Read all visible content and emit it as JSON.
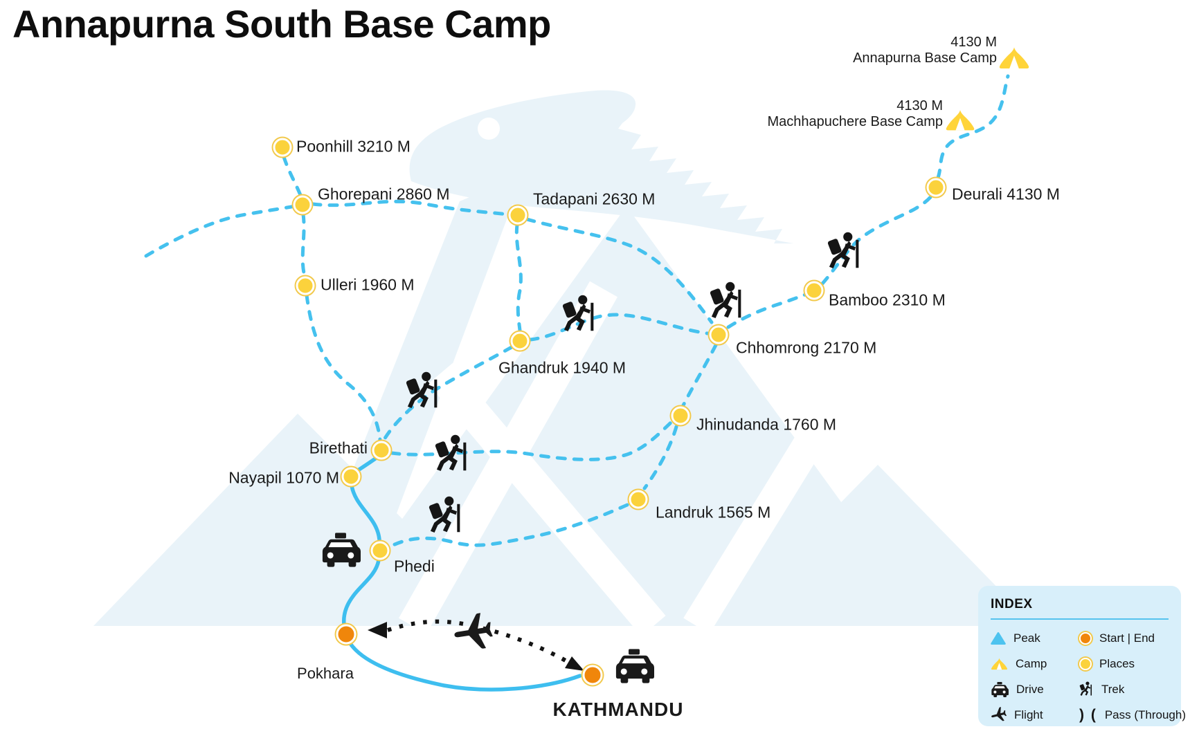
{
  "title": "Annapurna South Base Camp",
  "map": {
    "places": {
      "poonhill": {
        "label": "Poonhill 3210 M"
      },
      "ghorepani": {
        "label": "Ghorepani 2860 M"
      },
      "ulleri": {
        "label": "Ulleri 1960 M"
      },
      "tadapani": {
        "label": "Tadapani 2630 M"
      },
      "ghandruk": {
        "label": "Ghandruk 1940 M"
      },
      "chhomrong": {
        "label": "Chhomrong 2170 M"
      },
      "bamboo": {
        "label": "Bamboo 2310 M"
      },
      "deurali": {
        "label": "Deurali 4130 M"
      },
      "jhinudanda": {
        "label": "Jhinudanda 1760 M"
      },
      "birethati": {
        "label": "Birethati"
      },
      "nayapil": {
        "label": "Nayapil 1070 M"
      },
      "landruk": {
        "label": "Landruk 1565 M"
      },
      "phedi": {
        "label": "Phedi"
      },
      "pokhara": {
        "label": "Pokhara"
      },
      "kathmandu": {
        "label": "KATHMANDU"
      }
    },
    "camps": {
      "abc": {
        "elevation": "4130 M",
        "label": "Annapurna Base Camp"
      },
      "mbc": {
        "elevation": "4130 M",
        "label": "Machhapuchere Base Camp"
      }
    }
  },
  "legend": {
    "title": "INDEX",
    "pass_glyph": ") (",
    "items": [
      {
        "icon": "peak-icon",
        "label": "Peak"
      },
      {
        "icon": "start-end-icon",
        "label": "Start | End"
      },
      {
        "icon": "camp-icon",
        "label": "Camp"
      },
      {
        "icon": "places-icon",
        "label": "Places"
      },
      {
        "icon": "drive-icon",
        "label": "Drive"
      },
      {
        "icon": "trek-icon",
        "label": "Trek"
      },
      {
        "icon": "flight-icon",
        "label": "Flight"
      },
      {
        "icon": "pass-icon",
        "label": "Pass (Through)"
      }
    ]
  },
  "colors": {
    "trek_route": "#45C1EE",
    "drive_route": "#3EBEEF",
    "flight_route": "#141414",
    "place_fill": "#FBD23C",
    "start_end_fill": "#F0860B",
    "camp_fill": "#FFD43A",
    "peak_fill": "#4DC3EF",
    "legend_bg": "#D8EFFA",
    "watermark": "#E9F3F9",
    "text": "#1A1A1A"
  }
}
